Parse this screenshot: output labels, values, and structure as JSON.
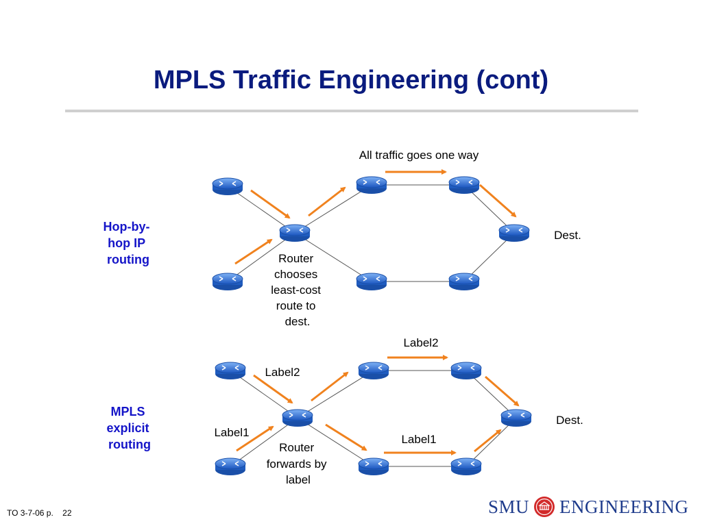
{
  "title": "MPLS Traffic Engineering (cont)",
  "colors": {
    "title": "#0a1b7e",
    "side_label": "#1414c8",
    "arrow": "#f0821e",
    "router": "#2a6fd6",
    "logo": "#1f3c8c",
    "seal": "#d22a2a"
  },
  "icons": {
    "router": "router-icon",
    "arrow": "orange-arrow",
    "seal": "smu-seal-icon"
  },
  "top": {
    "side_label": [
      "Hop-by-",
      "hop IP",
      "routing"
    ],
    "caption": "All traffic goes one way",
    "dest": "Dest.",
    "router_note": [
      "Router",
      "chooses",
      "least-cost",
      "route to",
      "dest."
    ]
  },
  "bottom": {
    "side_label": [
      "MPLS",
      "explicit",
      "routing"
    ],
    "label_top": "Label2",
    "label_upper_left": "Label2",
    "label_lower_left": "Label1",
    "label_bottom": "Label1",
    "dest": "Dest.",
    "router_note": [
      "Router",
      "forwards by",
      "label"
    ]
  },
  "footer": {
    "left_text": "TO 3-7-06 p.",
    "page": "22"
  },
  "logo": {
    "left": "SMU",
    "right": "ENGINEERING"
  }
}
